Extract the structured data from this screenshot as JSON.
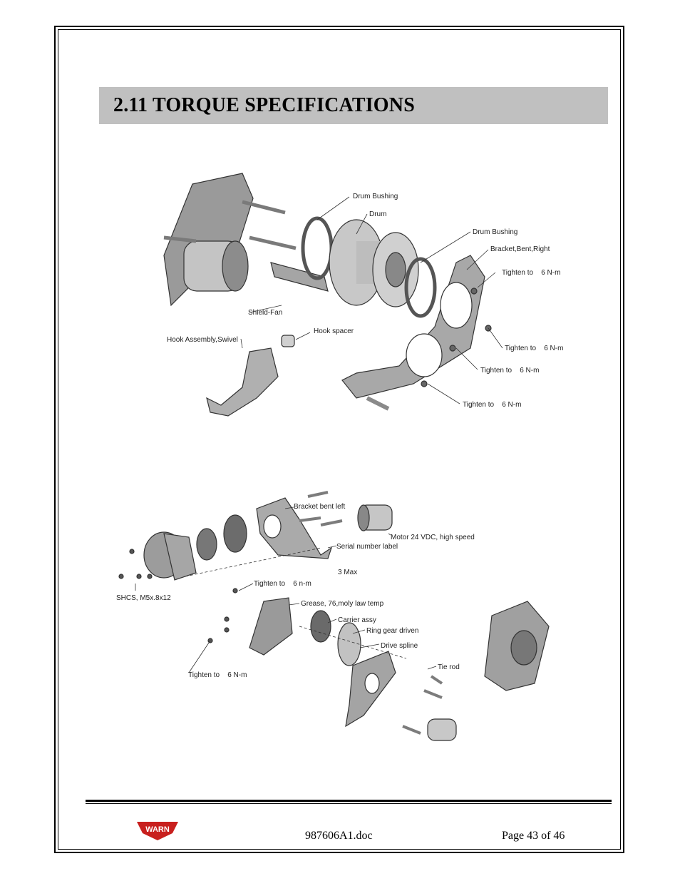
{
  "section": {
    "title": "2.11 TORQUE SPECIFICATIONS"
  },
  "figure1": {
    "labels": {
      "drum_bushing_top": "Drum Bushing",
      "drum": "Drum",
      "drum_bushing_right": "Drum Bushing",
      "bracket_right": "Bracket,Bent,Right",
      "tighten_1": "Tighten to    6 N-m",
      "shield_fan": "Shield-Fan",
      "hook_assembly": "Hook Assembly,Swivel",
      "hook_spacer": "Hook spacer",
      "tighten_2": "Tighten to    6 N-m",
      "tighten_3": "Tighten to    6 N-m",
      "tighten_4": "Tighten to    6 N-m"
    }
  },
  "figure2": {
    "labels": {
      "bracket_left": "Bracket bent left",
      "motor": "Motor 24 VDC, high speed",
      "serial_label": "Serial number label",
      "max3": "3 Max",
      "shcs": "SHCS, M5x.8x12",
      "tighten_a": "Tighten to    6 n-m",
      "grease": "Grease, 76,moly law temp",
      "carrier": "Carrier assy",
      "ring_gear": "Ring gear driven",
      "drive_spline": "Drive spline",
      "tie_rod": "Tie rod",
      "tighten_b": "Tighten to    6 N-m"
    }
  },
  "footer": {
    "logo_text": "WARN",
    "doc_name": "987606A1.doc",
    "page": "Page 43 of 46"
  },
  "colors": {
    "heading_bg": "#c0c0c0",
    "logo_red": "#c8201e"
  }
}
